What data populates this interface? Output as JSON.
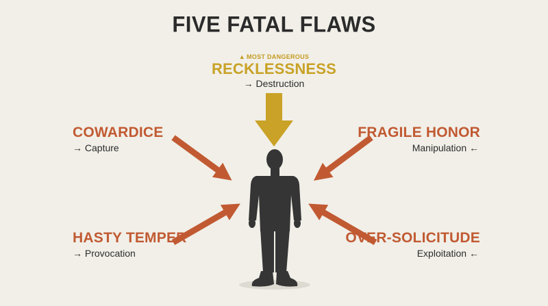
{
  "title": "FIVE FATAL FLAWS",
  "colors": {
    "background": "#f1efe8",
    "gold": "#c9a227",
    "rust": "#c15a32",
    "figure": "#353535",
    "text": "#2b2b2b"
  },
  "flaws": {
    "top": {
      "badge": "MOST DANGEROUS",
      "badge_icon": "warning-triangle-icon",
      "name": "RECKLESSNESS",
      "consequence": "Destruction",
      "arrow": "→"
    },
    "upper_left": {
      "name": "COWARDICE",
      "consequence": "Capture",
      "arrow": "→"
    },
    "upper_right": {
      "name": "FRAGILE HONOR",
      "consequence": "Manipulation",
      "arrow": "←"
    },
    "lower_left": {
      "name": "HASTY TEMPER",
      "consequence": "Provocation",
      "arrow": "→"
    },
    "lower_right": {
      "name": "OVER-SOLICITUDE",
      "consequence": "Exploitation",
      "arrow": "←"
    }
  }
}
